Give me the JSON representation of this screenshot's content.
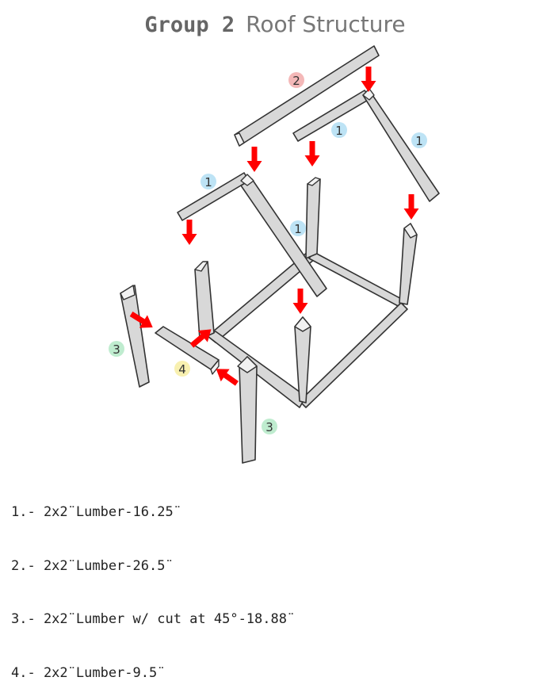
{
  "title": {
    "group": "Group 2",
    "subtitle": "Roof Structure"
  },
  "badges": [
    {
      "id": "badge-2-top",
      "label": "2",
      "color": "#f4b8b8"
    },
    {
      "id": "badge-1-upper-left-rafter",
      "label": "1",
      "color": "#bde3f5"
    },
    {
      "id": "badge-1-upper-right-rafter",
      "label": "1",
      "color": "#bde3f5"
    },
    {
      "id": "badge-1-lower-left-rafter",
      "label": "1",
      "color": "#bde3f5"
    },
    {
      "id": "badge-1-lower-right-rafter",
      "label": "1",
      "color": "#bde3f5"
    },
    {
      "id": "badge-3-left-post",
      "label": "3",
      "color": "#bfeccf"
    },
    {
      "id": "badge-4-brace",
      "label": "4",
      "color": "#f8f0b0"
    },
    {
      "id": "badge-3-front-post",
      "label": "3",
      "color": "#bfeccf"
    }
  ],
  "legend": [
    "1.- 2x2¨Lumber-16.25¨",
    "2.- 2x2¨Lumber-26.5¨",
    "3.- 2x2¨Lumber w/ cut at 45°-18.88¨",
    "4.- 2x2¨Lumber-9.5¨"
  ],
  "colors": {
    "arrow": "#ff0000",
    "lumber": "#d8d8d8",
    "outline": "#333333"
  }
}
